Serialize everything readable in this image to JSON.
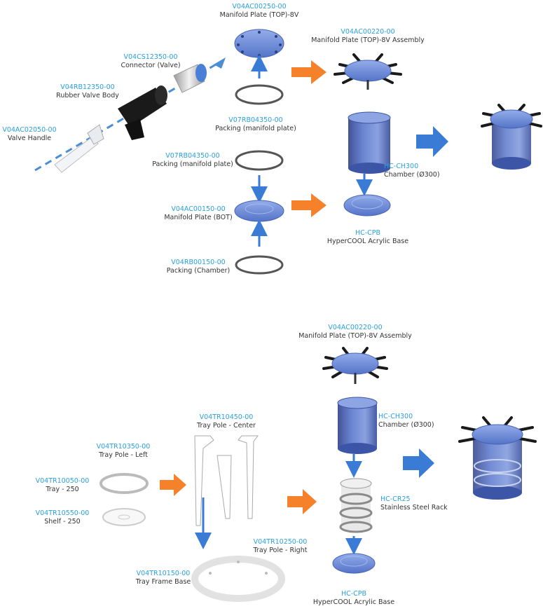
{
  "colors": {
    "code_text": "#2aa0dc",
    "name_text": "#333333",
    "part_blue": "#6f8fd8",
    "part_blue_dark": "#3f5fb4",
    "arrow_orange": "#f5822a",
    "arrow_blue": "#3a7bd5",
    "ring_gray": "#555555",
    "handle_black": "#1a1a1a"
  },
  "top_section": {
    "manifold_top": {
      "code": "V04AC00250-00",
      "name": "Manifold Plate (TOP)-8V"
    },
    "manifold_top_assembly": {
      "code": "V04AC00220-00",
      "name": "Manifold Plate (TOP)-8V Assembly"
    },
    "connector": {
      "code": "V04CS12350-00",
      "name": "Connector (Valve)"
    },
    "rubber_valve": {
      "code": "V04RB12350-00",
      "name": "Rubber Valve Body"
    },
    "valve_handle": {
      "code": "V04AC02050-00",
      "name": "Valve Handle"
    },
    "packing_manifold_1": {
      "code": "V07RB04350-00",
      "name": "Packing (manifold plate)"
    },
    "packing_manifold_2": {
      "code": "V07RB04350-00",
      "name": "Packing (manifold plate)"
    },
    "chamber": {
      "code": "HC-CH300",
      "name": "Chamber (Ø300)"
    },
    "manifold_bot": {
      "code": "V04AC00150-00",
      "name": "Manifold Plate (BOT)"
    },
    "acrylic_base": {
      "code": "HC-CPB",
      "name": "HyperCOOL Acrylic Base"
    },
    "packing_chamber": {
      "code": "V04RB00150-00",
      "name": "Packing (Chamber)"
    }
  },
  "bottom_section": {
    "manifold_top_assembly": {
      "code": "V04AC00220-00",
      "name": "Manifold Plate (TOP)-8V Assembly"
    },
    "chamber": {
      "code": "HC-CH300",
      "name": "Chamber (Ø300)"
    },
    "tray_pole_center": {
      "code": "V04TR10450-00",
      "name": "Tray Pole - Center"
    },
    "tray_pole_left": {
      "code": "V04TR10350-00",
      "name": "Tray Pole - Left"
    },
    "tray": {
      "code": "V04TR10050-00",
      "name": "Tray - 250"
    },
    "shelf": {
      "code": "V04TR10550-00",
      "name": "Shelf - 250"
    },
    "rack": {
      "code": "HC-CR25",
      "name": "Stainless Steel Rack"
    },
    "tray_pole_right": {
      "code": "V04TR10250-00",
      "name": "Tray Pole - Right"
    },
    "tray_frame_base": {
      "code": "V04TR10150-00",
      "name": "Tray Frame Base"
    },
    "acrylic_base": {
      "code": "HC-CPB",
      "name": "HyperCOOL Acrylic Base"
    }
  }
}
